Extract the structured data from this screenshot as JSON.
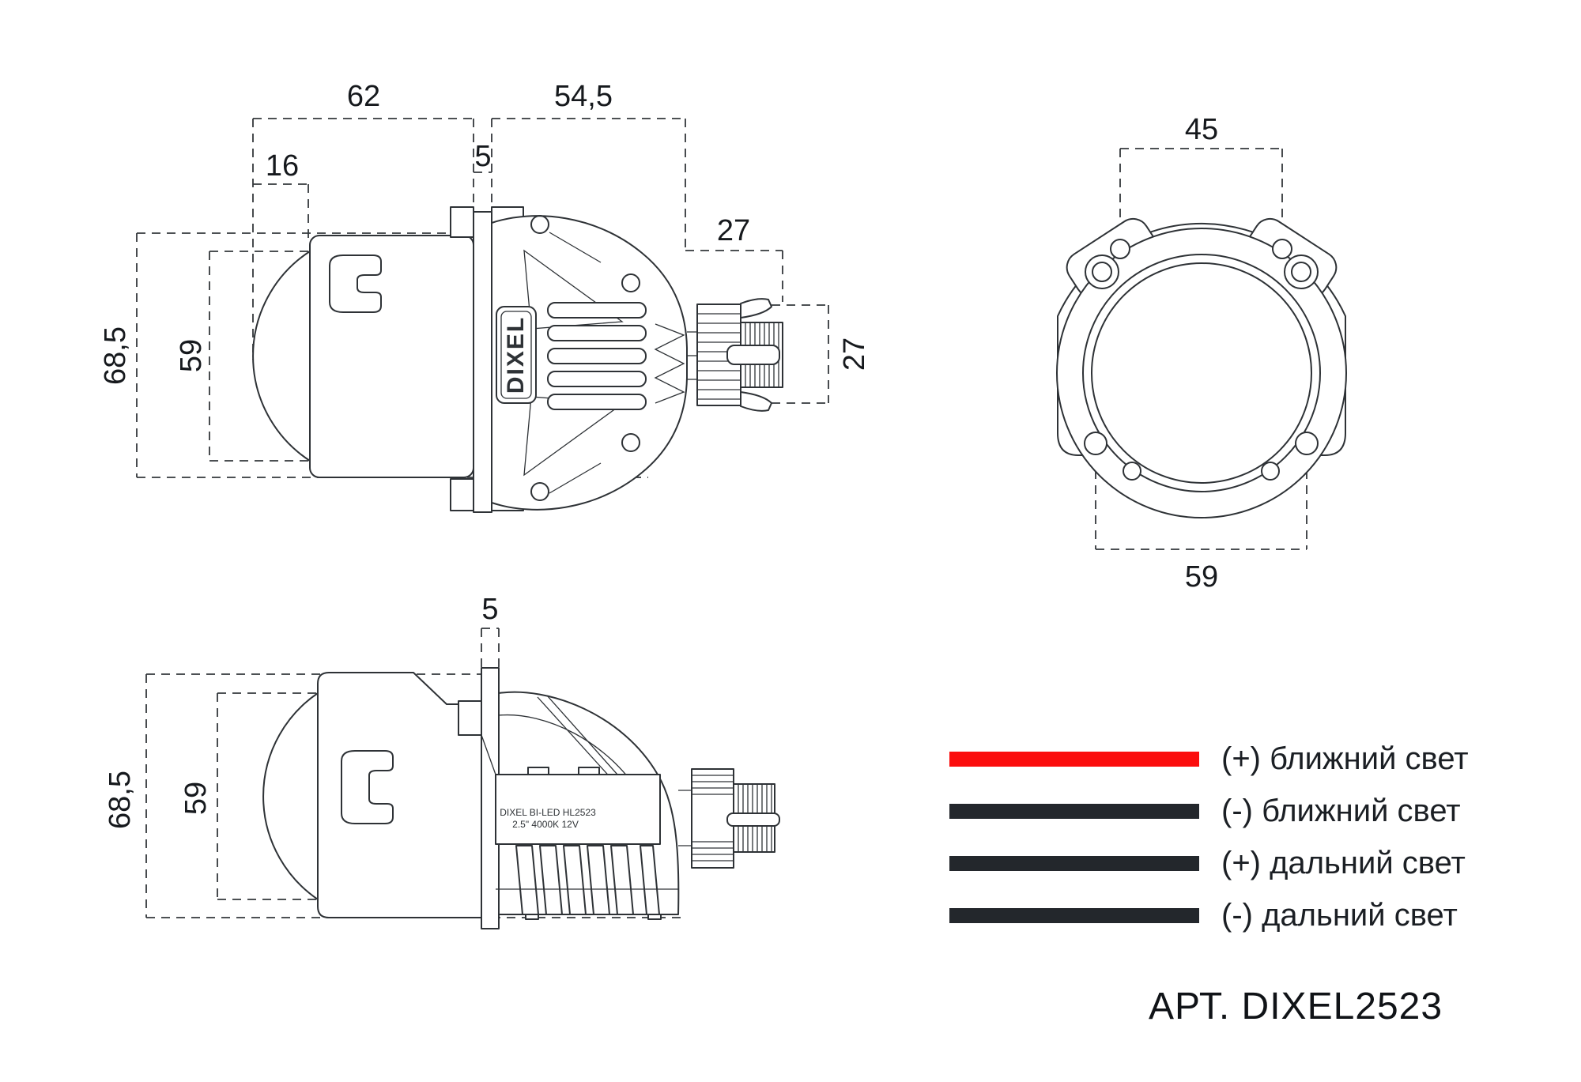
{
  "article": "АРТ. DIXEL2523",
  "brand_badge": "DIXEL",
  "product_label": {
    "line1": "DIXEL BI-LED HL2523",
    "line2": "2.5\"  4000K 12V"
  },
  "views": {
    "side": {
      "dims": {
        "overall_width": "62",
        "lens_protrusion": "16",
        "bracket_thickness": "5",
        "rear_depth": "54,5",
        "connector_length": "27",
        "connector_height": "27",
        "overall_height": "68,5",
        "lens_diameter": "59"
      }
    },
    "front": {
      "dims": {
        "upper_hole_spacing": "45",
        "lower_hole_spacing": "59"
      }
    },
    "bottom": {
      "dims": {
        "bracket_thickness": "5",
        "overall_height": "68,5",
        "lens_diameter": "59"
      }
    }
  },
  "legend": {
    "items": [
      {
        "label": "(+) ближний свет",
        "color": "#fb0d0d"
      },
      {
        "label": "(-) ближний свет",
        "color": "#23272c"
      },
      {
        "label": "(+) дальний свет",
        "color": "#23272c"
      },
      {
        "label": "(-) дальний свет",
        "color": "#23272c"
      }
    ]
  },
  "colors": {
    "drawing_line": "#2e3236",
    "dimension_text": "#16191d",
    "wire_low_beam_plus": "#fb0d0d",
    "wire_dark": "#23272c"
  }
}
